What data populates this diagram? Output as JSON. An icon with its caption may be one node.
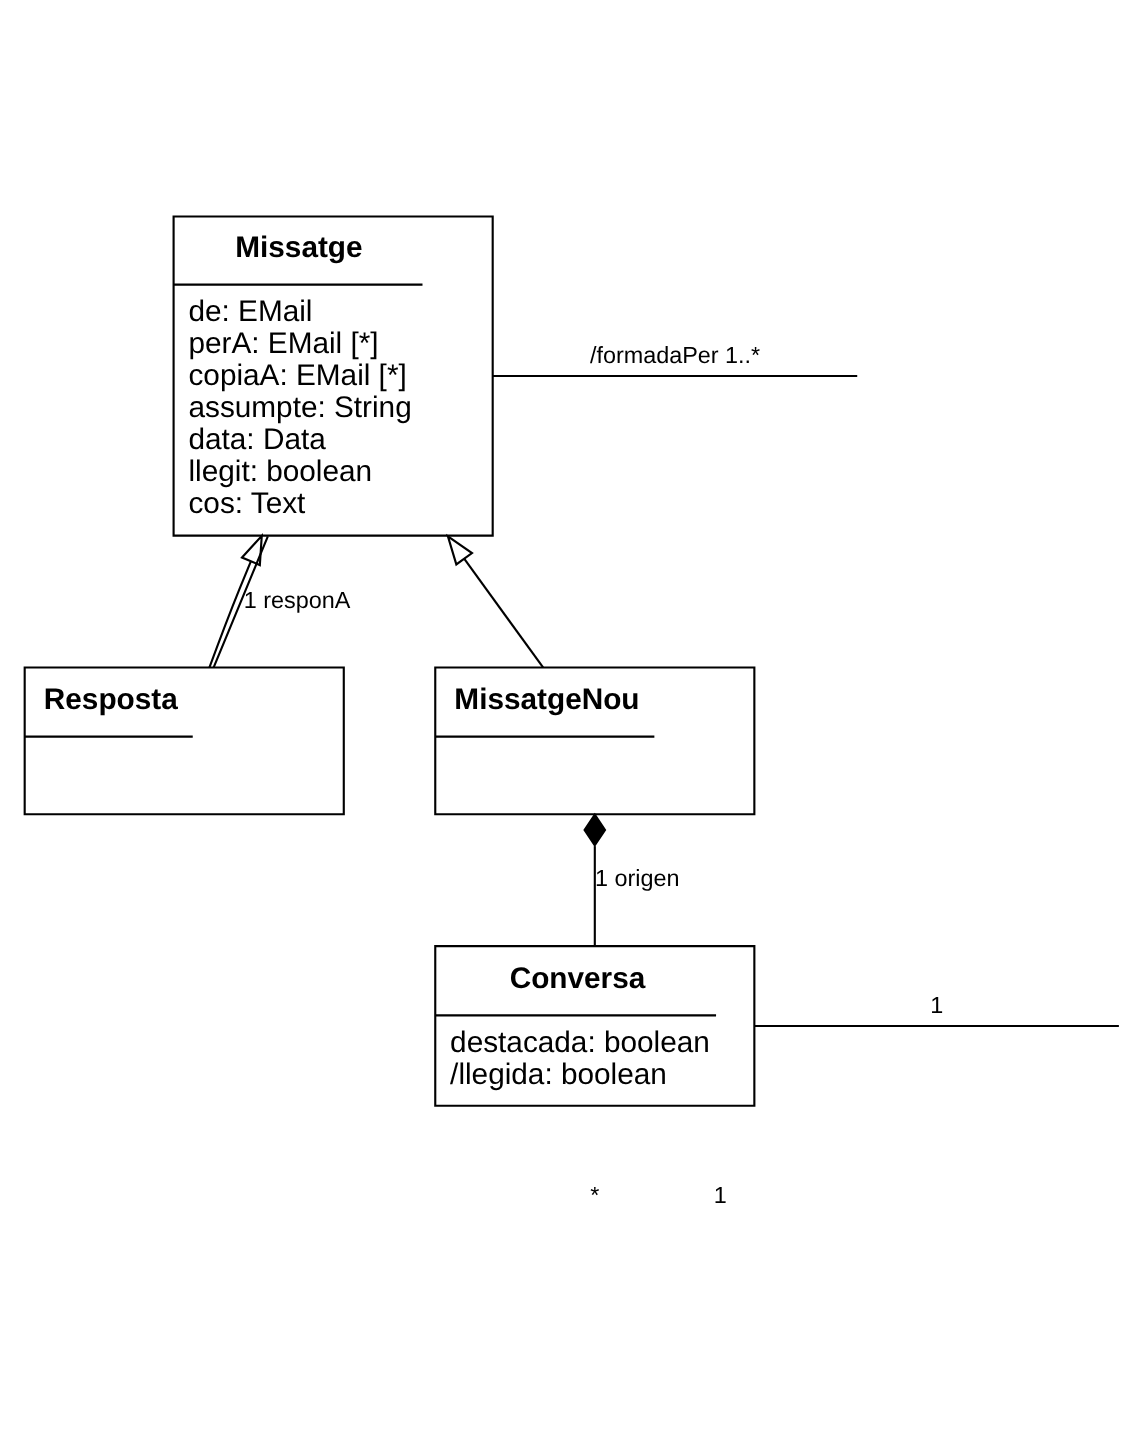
{
  "diagram": {
    "nodes": [
      {
        "text": [
          "Missatge",
          "de: EMail",
          "perA: EMail [*]",
          "copiaA: EMail [*]",
          "assumpte: String",
          "data: Data",
          "llegit: boolean",
          "cos: Text"
        ]
      },
      {
        "text": [
          "Resposta"
        ]
      },
      {
        "text": [
          "MissatgeNou"
        ]
      },
      {
        "text": [
          "Conversa",
          "destacada: boolean",
          "/llegida: boolean"
        ]
      }
    ],
    "edges": [
      {
        "from": 1,
        "to": 0,
        "arrow": "to"
      },
      {
        "from": 2,
        "to": 0,
        "arrow": "to"
      },
      {
        "from": 1,
        "to": 0,
        "arrow": "none",
        "label": "1 responA"
      },
      {
        "from": 0,
        "to": null,
        "arrow": "none",
        "label": "/formadaPer 1..*"
      },
      {
        "from": 2,
        "to": 3,
        "arrow": "other",
        "label": "1 origen"
      },
      {
        "from": 3,
        "to": null,
        "arrow": "none",
        "label": "1"
      }
    ],
    "labels": [
      "*",
      "1"
    ]
  }
}
